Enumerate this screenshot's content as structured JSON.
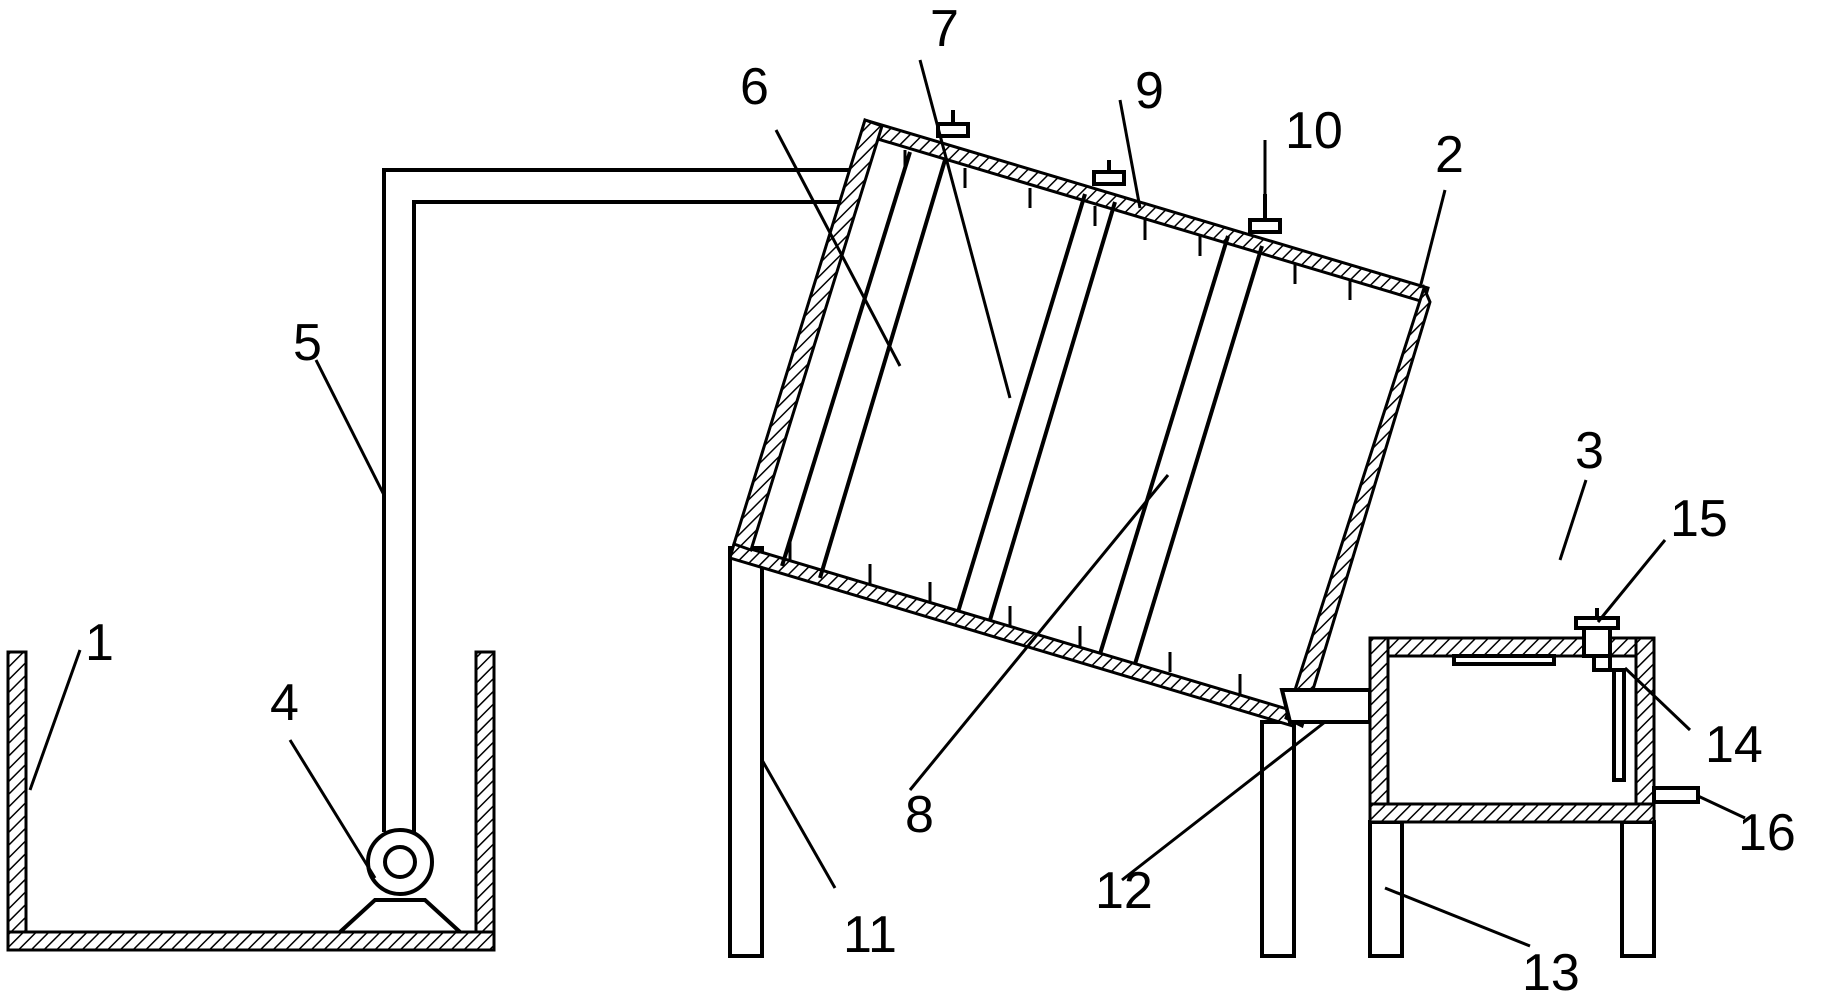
{
  "labels": {
    "n1": "1",
    "n2": "2",
    "n3": "3",
    "n4": "4",
    "n5": "5",
    "n6": "6",
    "n7": "7",
    "n8": "8",
    "n9": "9",
    "n10": "10",
    "n11": "11",
    "n12": "12",
    "n13": "13",
    "n14": "14",
    "n15": "15",
    "n16": "16"
  }
}
